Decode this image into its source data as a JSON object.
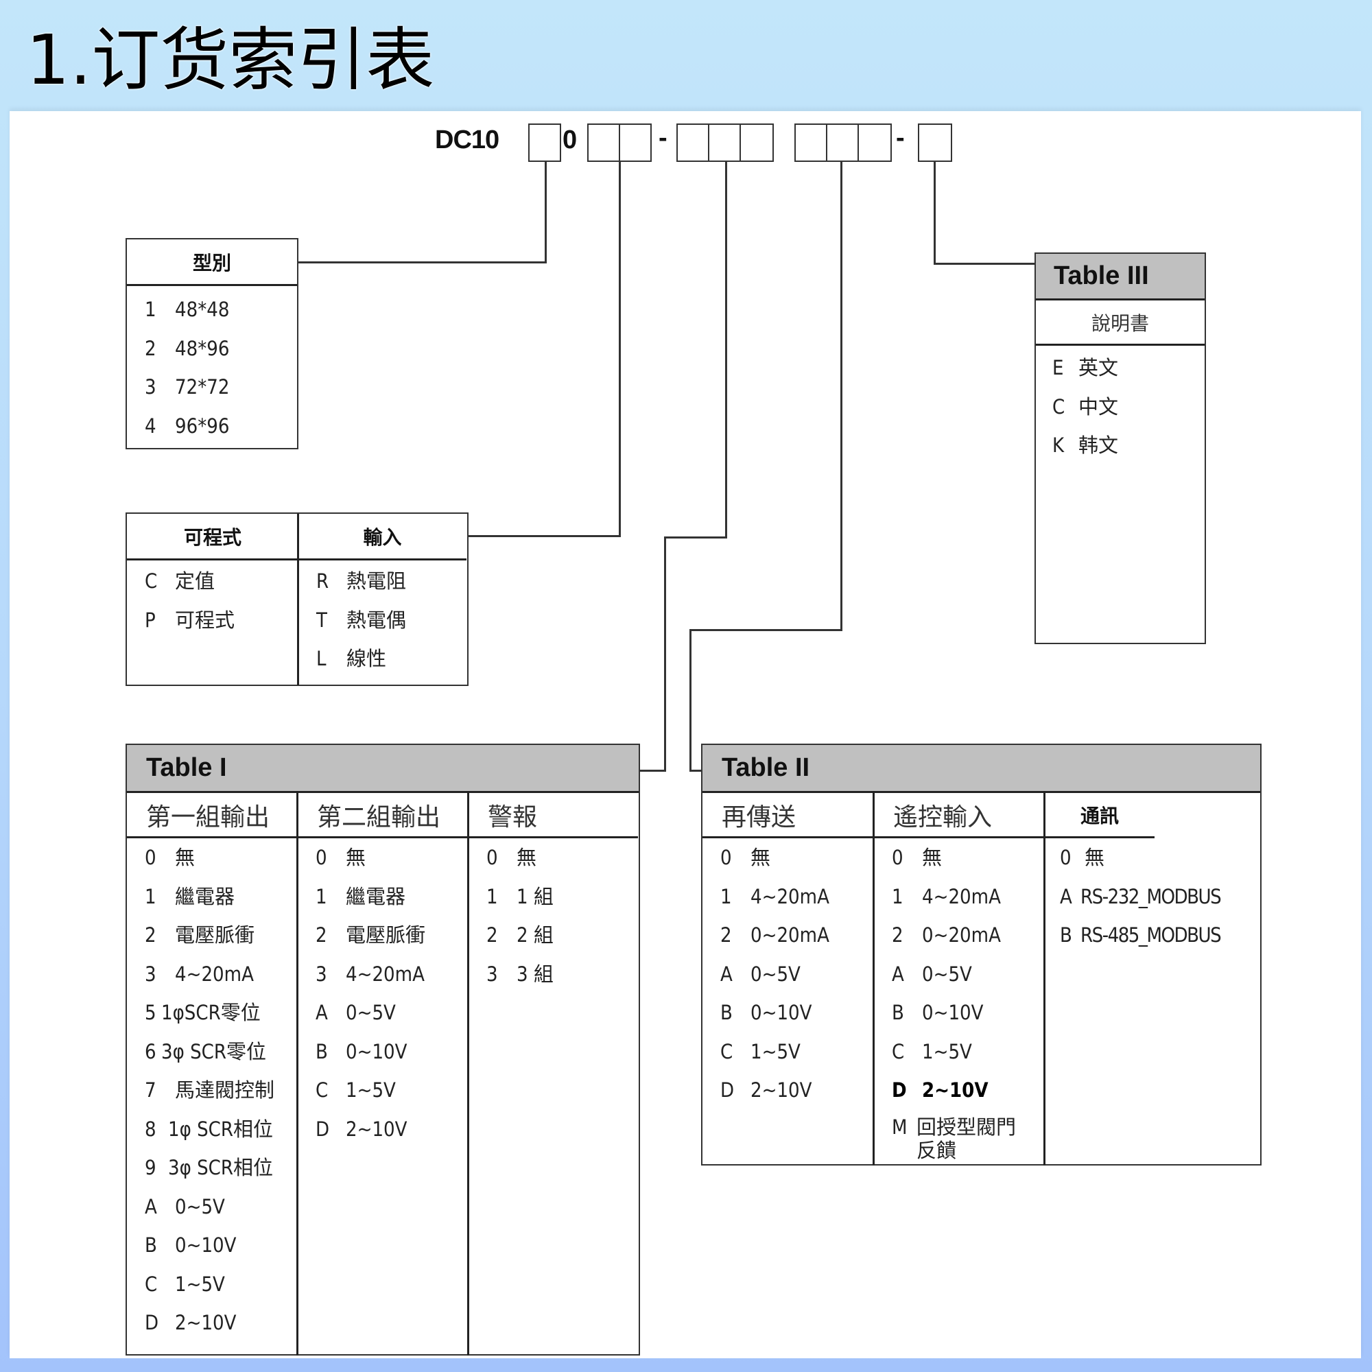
{
  "page": {
    "title": "1.订货索引表"
  },
  "model_code": {
    "prefix": "DC10",
    "fixed_digit": "0",
    "dash": "-"
  },
  "colors": {
    "background_top": "#c3e6fa",
    "background_bottom": "#a3c3fb",
    "table_header_gray": "#c0c0c0",
    "line": "#333333"
  },
  "model_type_table": {
    "header": "型別",
    "items": [
      {
        "code": "1",
        "label": "48*48"
      },
      {
        "code": "2",
        "label": "48*96"
      },
      {
        "code": "3",
        "label": "72*72"
      },
      {
        "code": "4",
        "label": "96*96"
      }
    ]
  },
  "program_input_table": {
    "columns": [
      {
        "header": "可程式",
        "items": [
          {
            "code": "C",
            "label": "定值"
          },
          {
            "code": "P",
            "label": "可程式"
          }
        ]
      },
      {
        "header": "輸入",
        "items": [
          {
            "code": "R",
            "label": "熱電阻"
          },
          {
            "code": "T",
            "label": "熱電偶"
          },
          {
            "code": "L",
            "label": "線性"
          }
        ]
      }
    ]
  },
  "table_1": {
    "title": "Table I",
    "columns": [
      {
        "header": "第一組輸出",
        "items": [
          {
            "code": "0",
            "label": "無"
          },
          {
            "code": "1",
            "label": "繼電器"
          },
          {
            "code": "2",
            "label": "電壓脈衝"
          },
          {
            "code": "3",
            "label": "4~20mA"
          },
          {
            "code": "5",
            "label": "1φSCR零位"
          },
          {
            "code": "6",
            "label": "3φ SCR零位"
          },
          {
            "code": "7",
            "label": "馬達閥控制"
          },
          {
            "code": "8",
            "label": "1φ SCR相位"
          },
          {
            "code": "9",
            "label": "3φ SCR相位"
          },
          {
            "code": "A",
            "label": "0~5V"
          },
          {
            "code": "B",
            "label": "0~10V"
          },
          {
            "code": "C",
            "label": "1~5V"
          },
          {
            "code": "D",
            "label": "2~10V"
          }
        ]
      },
      {
        "header": "第二組輸出",
        "items": [
          {
            "code": "0",
            "label": "無"
          },
          {
            "code": "1",
            "label": "繼電器"
          },
          {
            "code": "2",
            "label": "電壓脈衝"
          },
          {
            "code": "3",
            "label": "4~20mA"
          },
          {
            "code": "A",
            "label": "0~5V"
          },
          {
            "code": "B",
            "label": "0~10V"
          },
          {
            "code": "C",
            "label": "1~5V"
          },
          {
            "code": "D",
            "label": "2~10V"
          }
        ]
      },
      {
        "header": "警報",
        "items": [
          {
            "code": "0",
            "label": "無"
          },
          {
            "code": "1",
            "label": "1 組"
          },
          {
            "code": "2",
            "label": "2 組"
          },
          {
            "code": "3",
            "label": "3 組"
          }
        ]
      }
    ]
  },
  "table_2": {
    "title": "Table II",
    "columns": [
      {
        "header": "再傳送",
        "items": [
          {
            "code": "0",
            "label": "無"
          },
          {
            "code": "1",
            "label": "4~20mA"
          },
          {
            "code": "2",
            "label": "0~20mA"
          },
          {
            "code": "A",
            "label": "0~5V"
          },
          {
            "code": "B",
            "label": "0~10V"
          },
          {
            "code": "C",
            "label": "1~5V"
          },
          {
            "code": "D",
            "label": "2~10V"
          }
        ]
      },
      {
        "header": "遙控輸入",
        "items": [
          {
            "code": "0",
            "label": "無"
          },
          {
            "code": "1",
            "label": "4~20mA"
          },
          {
            "code": "2",
            "label": "0~20mA"
          },
          {
            "code": "A",
            "label": "0~5V"
          },
          {
            "code": "B",
            "label": "0~10V"
          },
          {
            "code": "C",
            "label": "1~5V"
          },
          {
            "code": "D",
            "label": "2~10V"
          },
          {
            "code": "M",
            "label": "回授型閥門",
            "label2": "反饋"
          }
        ]
      },
      {
        "header": "通訊",
        "items": [
          {
            "code": "0",
            "label": "無"
          },
          {
            "code": "A",
            "label": "RS-232_MODBUS"
          },
          {
            "code": "B",
            "label": "RS-485_MODBUS"
          }
        ]
      }
    ]
  },
  "table_3": {
    "title": "Table III",
    "subheader": "說明書",
    "items": [
      {
        "code": "E",
        "label": "英文"
      },
      {
        "code": "C",
        "label": "中文"
      },
      {
        "code": "K",
        "label": "韩文"
      }
    ]
  }
}
